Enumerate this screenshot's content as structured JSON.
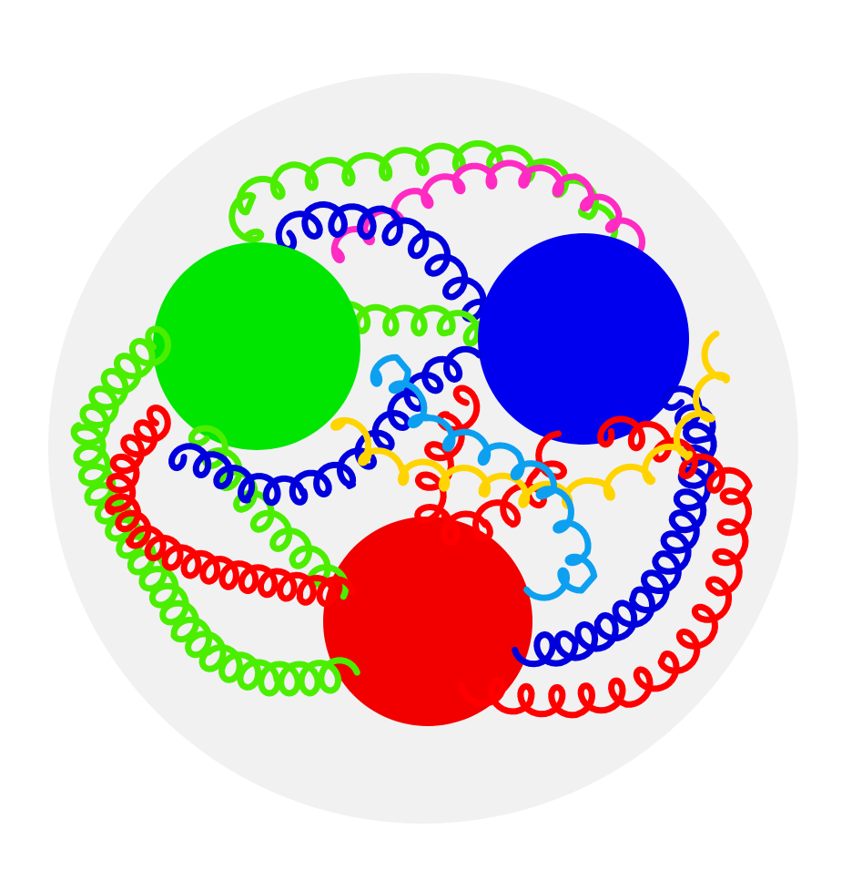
{
  "diagram": {
    "background_color": "#f1f1f2",
    "spheres": [
      {
        "id": "green",
        "color": "#00e600"
      },
      {
        "id": "blue",
        "color": "#0000ee"
      },
      {
        "id": "red",
        "color": "#f20000"
      }
    ],
    "coils": [
      {
        "id": "green-top-arc",
        "color": "#4cee00"
      },
      {
        "id": "green-inner",
        "color": "#4cee00"
      },
      {
        "id": "green-left-loop",
        "color": "#4cee00"
      },
      {
        "id": "magenta-top",
        "color": "#ff2bc3"
      },
      {
        "id": "blue-upper",
        "color": "#0000dd"
      },
      {
        "id": "blue-middle",
        "color": "#0000dd"
      },
      {
        "id": "blue-right",
        "color": "#0000dd"
      },
      {
        "id": "red-left",
        "color": "#ff0000"
      },
      {
        "id": "red-center",
        "color": "#ff0000"
      },
      {
        "id": "red-right",
        "color": "#ff0000"
      },
      {
        "id": "yellow-center",
        "color": "#ffd400"
      },
      {
        "id": "lightblue-center",
        "color": "#0da0f0"
      }
    ]
  }
}
